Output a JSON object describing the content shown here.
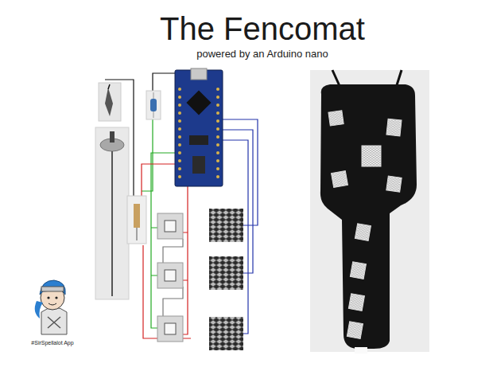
{
  "diagram": {
    "title": "The Fencomat",
    "caption": "powered by an Arduino nano",
    "labels": [
      "#SirSpellalot App"
    ]
  }
}
